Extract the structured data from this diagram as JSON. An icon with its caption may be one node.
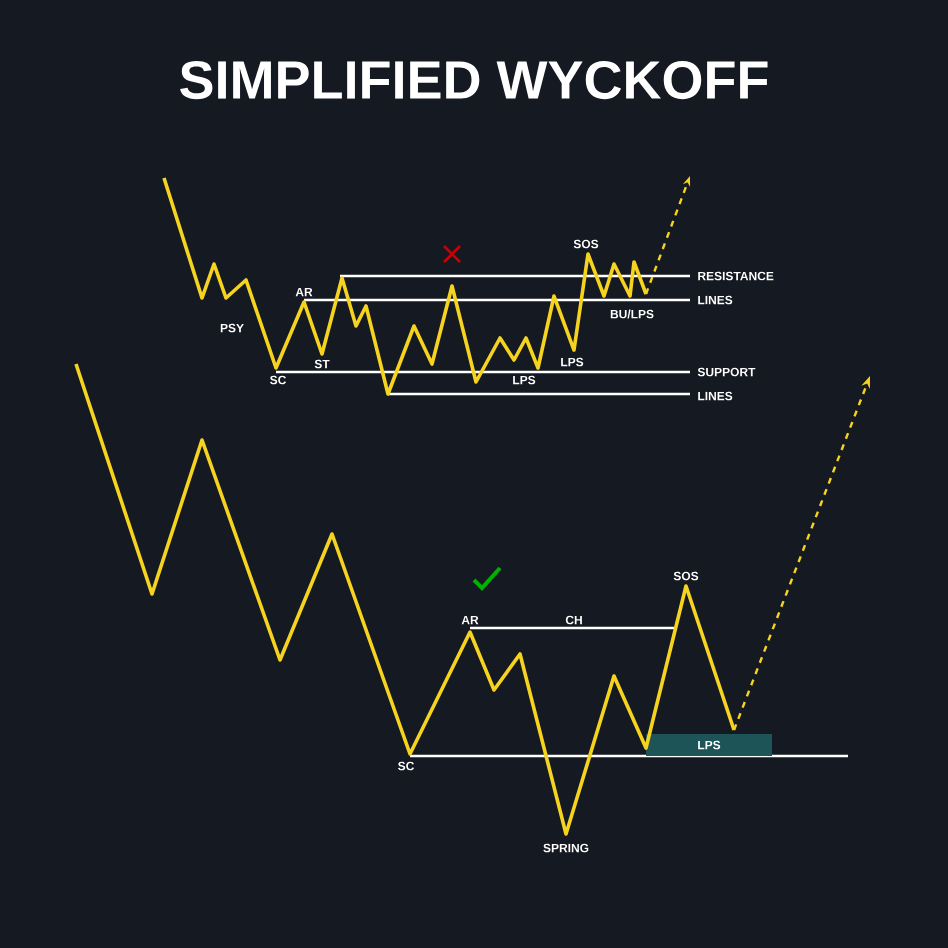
{
  "diagram": {
    "title": "SIMPLIFIED WYCKOFF",
    "nodes": [
      {
        "text": [
          "LPS"
        ]
      }
    ],
    "labels": [
      "SOS",
      "RESISTANCE",
      "AR",
      "LINES",
      "BU/LPS",
      "PSY",
      "ST",
      "LPS",
      "SUPPORT",
      "SC",
      "LPS",
      "LINES",
      "SOS",
      "AR",
      "CH",
      "SC",
      "SPRING"
    ]
  }
}
